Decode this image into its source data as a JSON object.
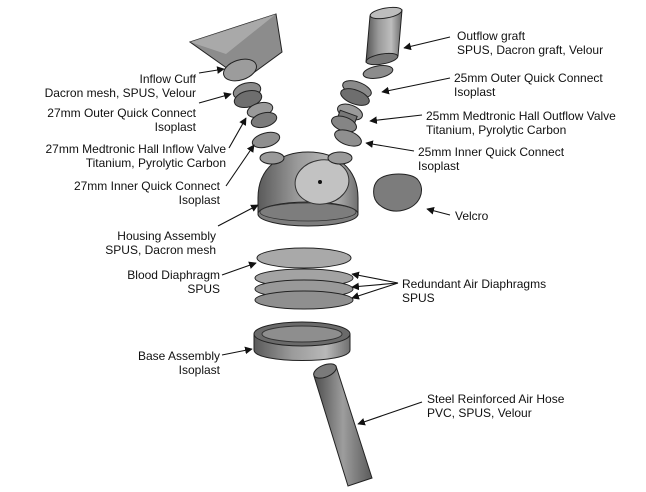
{
  "colors": {
    "ink": "#111111",
    "part_dark": "#6e6e6e",
    "part_mid": "#a3a3a3",
    "part_light": "#cfcfcf",
    "background": "#ffffff"
  },
  "labels": {
    "inflow_cuff": {
      "line1": "Inflow Cuff",
      "line2": "Dacron mesh, SPUS, Velour"
    },
    "outer_qc_27": {
      "line1": "27mm Outer Quick Connect",
      "line2": "Isoplast"
    },
    "inflow_valve": {
      "line1": "27mm Medtronic Hall Inflow Valve",
      "line2": "Titanium, Pyrolytic Carbon"
    },
    "inner_qc_27": {
      "line1": "27mm Inner Quick Connect",
      "line2": "Isoplast"
    },
    "housing": {
      "line1": "Housing Assembly",
      "line2": "SPUS, Dacron mesh"
    },
    "blood_diaphragm": {
      "line1": "Blood Diaphragm",
      "line2": "SPUS"
    },
    "base": {
      "line1": "Base Assembly",
      "line2": "Isoplast"
    },
    "outflow_graft": {
      "line1": "Outflow graft",
      "line2": "SPUS, Dacron graft, Velour"
    },
    "outer_qc_25": {
      "line1": "25mm Outer Quick Connect",
      "line2": "Isoplast"
    },
    "outflow_valve": {
      "line1": "25mm Medtronic Hall Outflow Valve",
      "line2": "Titanium, Pyrolytic Carbon"
    },
    "inner_qc_25": {
      "line1": "25mm Inner Quick Connect",
      "line2": "Isoplast"
    },
    "velcro": {
      "line1": "Velcro"
    },
    "air_diaphragms": {
      "line1": "Redundant Air Diaphragms",
      "line2": "SPUS"
    },
    "air_hose": {
      "line1": "Steel Reinforced Air Hose",
      "line2": "PVC, SPUS, Velour"
    }
  }
}
